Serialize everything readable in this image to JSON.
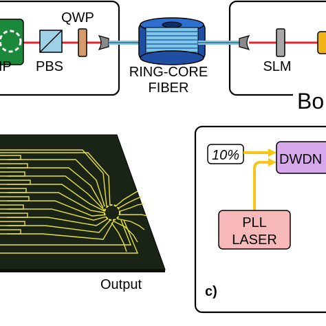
{
  "panel_a": {
    "labels": {
      "qwp": "QWP",
      "pbs": "PBS",
      "ip": "IP",
      "ring_core_fiber_line1": "RING-CORE",
      "ring_core_fiber_line2": "FIBER",
      "slm": "SLM",
      "bob_partial": "Bo"
    },
    "colors": {
      "beam": "#e8232b",
      "fiber": "#7cc7e8",
      "qwp": "#d49a6a",
      "source": "#1a8a3a"
    }
  },
  "panel_b": {
    "labels": {
      "output": "Output"
    },
    "colors": {
      "chip": "#1a2416",
      "waveguide": "#e8e040"
    }
  },
  "panel_c": {
    "labels": {
      "panel_letter": "c)",
      "tap": "10%",
      "dwdm_partial": "DWDN",
      "pll_line1": "PLL",
      "pll_line2": "LASER"
    },
    "colors": {
      "signal": "#f5c518",
      "dwdm": "#d8a8ec",
      "pll": "#f6b8b8"
    }
  }
}
